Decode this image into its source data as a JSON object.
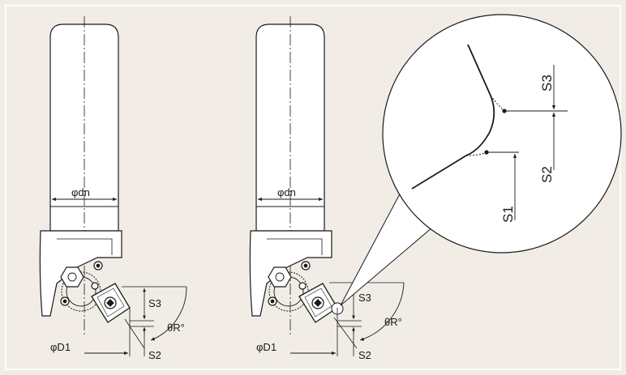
{
  "colors": {
    "background": "#f1ede6",
    "frame": "#ffffff",
    "line": "#1a1a1a",
    "shank_fill": "#ffffff",
    "callout_fill": "#ffffff"
  },
  "left_tool": {
    "diameter_shank": "φdn",
    "diameter_cut": "φD1",
    "dim_s3": "S3",
    "dim_s2": "S2",
    "angle": "θR°"
  },
  "right_tool": {
    "diameter_shank": "φdn",
    "diameter_cut": "φD1",
    "dim_s3": "S3",
    "dim_s2": "S2",
    "angle": "θR°"
  },
  "detail": {
    "dim_s3": "S3",
    "dim_s2": "S2",
    "dim_s1": "S1"
  },
  "icons": [
    "insert-screw-icon",
    "clamp-screw-icon"
  ]
}
